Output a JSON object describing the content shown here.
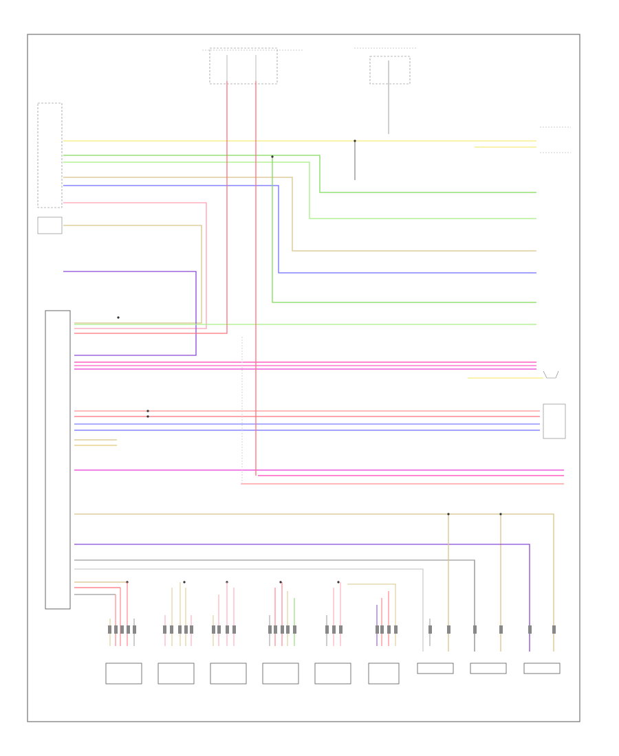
{
  "diagram": {
    "corner_tag": "",
    "modules": {
      "climate_control_module": "",
      "engine_control_module": "",
      "rear_window_defogger": "",
      "evaporator_temp_sensor": "",
      "fan_control_switch": "",
      "pressure_sensor": "",
      "ambient_temp_sensor": "",
      "interior_temp_sensor": "",
      "fuse_block_left": "",
      "fuse_block_right": ""
    },
    "bottom_components": [
      {
        "label": "",
        "symbol": "motor"
      },
      {
        "label": "",
        "symbol": "motor"
      },
      {
        "label": "",
        "symbol": "motor"
      },
      {
        "label": "",
        "symbol": "motor"
      },
      {
        "label": "",
        "symbol": "motor"
      },
      {
        "label": "",
        "symbol": "motor"
      },
      {
        "label": "",
        "symbol": "sensor"
      },
      {
        "label": "",
        "symbol": "sensor"
      },
      {
        "label": "",
        "symbol": "sensor"
      }
    ],
    "wire_colors": {
      "red": "#ff6f7a",
      "pink": "#ff3db8",
      "magenta": "#e838d8",
      "blue": "#6c6cff",
      "purple": "#8a46d6",
      "green": "#7fdc5a",
      "light_green": "#a6ee84",
      "yellow": "#f3ea78",
      "tan": "#d8c488",
      "gray": "#9a9a9a",
      "dark": "#4a4a4a"
    }
  }
}
